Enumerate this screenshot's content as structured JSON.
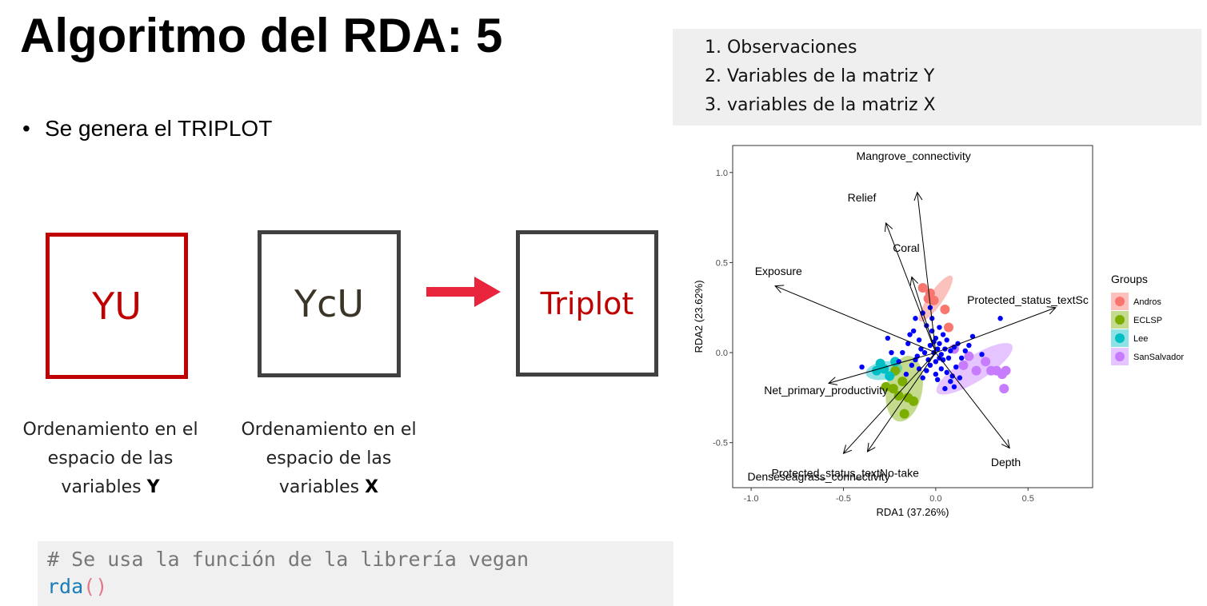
{
  "title": "Algoritmo del RDA: 5",
  "bullet": "Se genera el TRIPLOT",
  "flow": {
    "box1": "YU",
    "box2": "YcU",
    "box3": "Triplot",
    "caption1_text": "Ordenamiento en el espacio de las variables",
    "caption1_var": "Y",
    "caption2_text": "Ordenamiento en el espacio de las variables",
    "caption2_var": "X",
    "colors": {
      "red": "#c00000",
      "dark": "#404040",
      "arrow": "#e8253c"
    }
  },
  "code": {
    "comment": "# Se usa la función de la librería vegan",
    "fn": "rda",
    "parens": "()"
  },
  "legend_list": [
    "1. Observaciones",
    "2. Variables de la matriz Y",
    "3. variables de la matriz X"
  ],
  "chart_data": {
    "type": "scatter",
    "xlabel": "RDA1 (37.26%)",
    "ylabel": "RDA2 (23.62%)",
    "xlim": [
      -1.1,
      0.85
    ],
    "ylim": [
      -0.75,
      1.15
    ],
    "xticks": [
      -1.0,
      -0.5,
      0.0,
      0.5
    ],
    "xtick_labels": [
      "-1.0",
      "-0.5",
      "0.0",
      "0.5"
    ],
    "yticks": [
      -0.5,
      0.0,
      0.5,
      1.0
    ],
    "ytick_labels": [
      "-0.5",
      "0.0",
      "0.5",
      "1.0"
    ],
    "legend_title": "Groups",
    "legend_position": "right",
    "groups": [
      {
        "name": "Andros",
        "color": "#f8766d",
        "ellipse": {
          "cx": 0.0,
          "cy": 0.3,
          "rx": 0.15,
          "ry": 0.04,
          "angle": -55
        },
        "points": [
          [
            -0.07,
            0.36
          ],
          [
            -0.04,
            0.3
          ],
          [
            -0.01,
            0.29
          ],
          [
            0.05,
            0.24
          ],
          [
            0.07,
            0.14
          ],
          [
            -0.03,
            0.33
          ]
        ]
      },
      {
        "name": "ECLSP",
        "color": "#7cae00",
        "ellipse": {
          "cx": -0.17,
          "cy": -0.2,
          "rx": 0.18,
          "ry": 0.1,
          "angle": -80
        },
        "points": [
          [
            -0.22,
            -0.1
          ],
          [
            -0.18,
            -0.16
          ],
          [
            -0.2,
            -0.24
          ],
          [
            -0.15,
            -0.25
          ],
          [
            -0.12,
            -0.27
          ],
          [
            -0.17,
            -0.34
          ],
          [
            -0.27,
            -0.19
          ],
          [
            -0.23,
            -0.2
          ]
        ]
      },
      {
        "name": "Lee",
        "color": "#00bfc4",
        "ellipse": {
          "cx": -0.28,
          "cy": -0.1,
          "rx": 0.1,
          "ry": 0.05,
          "angle": -10
        },
        "points": [
          [
            -0.32,
            -0.1
          ],
          [
            -0.28,
            -0.09
          ],
          [
            -0.25,
            -0.13
          ],
          [
            -0.3,
            -0.06
          ],
          [
            -0.22,
            -0.05
          ]
        ]
      },
      {
        "name": "SanSalvador",
        "color": "#c77cff",
        "ellipse": {
          "cx": 0.21,
          "cy": -0.09,
          "rx": 0.24,
          "ry": 0.07,
          "angle": -32
        },
        "points": [
          [
            0.18,
            -0.02
          ],
          [
            0.27,
            -0.05
          ],
          [
            0.3,
            -0.1
          ],
          [
            0.33,
            -0.1
          ],
          [
            0.36,
            -0.12
          ],
          [
            0.38,
            -0.1
          ],
          [
            0.37,
            -0.2
          ],
          [
            0.1,
            0.02
          ],
          [
            0.15,
            -0.07
          ],
          [
            0.22,
            -0.1
          ]
        ]
      }
    ],
    "observations_color": "#0000ff",
    "observations": [
      [
        -0.05,
        0.15
      ],
      [
        -0.02,
        0.12
      ],
      [
        0.0,
        0.08
      ],
      [
        0.02,
        0.05
      ],
      [
        -0.03,
        0.04
      ],
      [
        0.01,
        0.02
      ],
      [
        -0.01,
        0.0
      ],
      [
        0.03,
        -0.01
      ],
      [
        0.05,
        0.02
      ],
      [
        -0.06,
        0.0
      ],
      [
        -0.08,
        0.02
      ],
      [
        -0.1,
        -0.02
      ],
      [
        -0.04,
        -0.04
      ],
      [
        0.0,
        -0.05
      ],
      [
        0.04,
        -0.04
      ],
      [
        0.07,
        -0.03
      ],
      [
        0.08,
        0.01
      ],
      [
        0.1,
        0.03
      ],
      [
        0.12,
        0.05
      ],
      [
        0.06,
        0.07
      ],
      [
        -0.02,
        0.19
      ],
      [
        -0.07,
        0.22
      ],
      [
        -0.12,
        0.12
      ],
      [
        -0.15,
        0.05
      ],
      [
        -0.18,
        0.0
      ],
      [
        -0.2,
        -0.05
      ],
      [
        -0.13,
        -0.07
      ],
      [
        -0.09,
        -0.09
      ],
      [
        -0.05,
        -0.1
      ],
      [
        0.0,
        -0.12
      ],
      [
        0.03,
        -0.09
      ],
      [
        0.06,
        -0.11
      ],
      [
        0.09,
        -0.13
      ],
      [
        0.11,
        -0.08
      ],
      [
        0.14,
        -0.03
      ],
      [
        0.16,
        0.01
      ],
      [
        0.02,
        0.14
      ],
      [
        0.04,
        0.1
      ],
      [
        -0.09,
        0.07
      ],
      [
        -0.11,
        -0.04
      ],
      [
        -0.16,
        -0.12
      ],
      [
        -0.07,
        -0.14
      ],
      [
        0.01,
        -0.15
      ],
      [
        0.08,
        -0.16
      ],
      [
        0.13,
        -0.14
      ],
      [
        -0.03,
        0.25
      ],
      [
        0.2,
        0.09
      ],
      [
        0.25,
        -0.01
      ],
      [
        0.18,
        0.04
      ],
      [
        -0.24,
        0.0
      ],
      [
        -0.26,
        0.08
      ],
      [
        -0.14,
        0.1
      ],
      [
        0.35,
        0.19
      ],
      [
        -0.4,
        -0.08
      ],
      [
        0.05,
        -0.2
      ],
      [
        -0.11,
        0.19
      ],
      [
        0.1,
        -0.19
      ],
      [
        -0.03,
        -0.07
      ],
      [
        0.02,
        -0.03
      ],
      [
        -0.01,
        0.06
      ]
    ],
    "x_biplot_arrows": [
      {
        "label": "Exposure",
        "x": -0.87,
        "y": 0.37
      },
      {
        "label": "Mangrove_connectivity",
        "x": -0.1,
        "y": 0.89
      },
      {
        "label": "Relief",
        "x": -0.27,
        "y": 0.72
      },
      {
        "label": "Coral",
        "x": -0.13,
        "y": 0.42
      },
      {
        "label": "Protected_status_textSc",
        "x": 0.65,
        "y": 0.25
      },
      {
        "label": "Net_primary_productivity",
        "x": -0.58,
        "y": -0.17
      },
      {
        "label": "Protected_status_textNo-take",
        "x": -0.37,
        "y": -0.55
      },
      {
        "label": "Denseseagrass_connectivity",
        "x": -0.5,
        "y": -0.56
      },
      {
        "label": "Depth",
        "x": 0.4,
        "y": -0.53
      }
    ]
  }
}
